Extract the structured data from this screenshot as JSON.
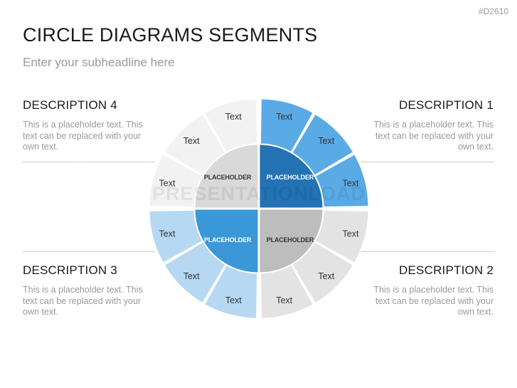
{
  "slide_id": "#D2610",
  "title": "CIRCLE DIAGRAMS SEGMENTS",
  "subtitle": "Enter your subheadline here",
  "watermark": "PRESENTATIONLOAD",
  "colors": {
    "blue_dark": "#2272b4",
    "blue_mid": "#3a98d8",
    "blue_outer": "#5aaae6",
    "blue_light": "#b6d8f2",
    "gray_center": "#d9d9d9",
    "gray_dark_center": "#bdbdbd",
    "gray_outer": "#e3e3e3",
    "gray_outer_light": "#f2f2f2"
  },
  "descriptions": {
    "d1": {
      "heading": "DESCRIPTION 1",
      "lines": [
        "This is a placeholder text. This",
        "text can be replaced with your",
        "own text."
      ]
    },
    "d2": {
      "heading": "DESCRIPTION 2",
      "lines": [
        "This is a placeholder text. This",
        "text  can be replaced with your",
        "own text."
      ]
    },
    "d3": {
      "heading": "DESCRIPTION 3",
      "lines": [
        "This is a placeholder text. This",
        "text can be replaced with your",
        "own text."
      ]
    },
    "d4": {
      "heading": "DESCRIPTION 4",
      "lines": [
        "This is a placeholder text. This",
        "text can be replaced with your",
        "own text."
      ]
    }
  },
  "inner_quadrants": [
    {
      "id": "q1",
      "label": "PLACEHOLDER",
      "fill": "#2272b4",
      "text_color": "#ffffff"
    },
    {
      "id": "q2",
      "label": "PLACEHOLDER",
      "fill": "#bdbdbd",
      "text_color": "#333333"
    },
    {
      "id": "q3",
      "label": "PLACEHOLDER",
      "fill": "#3a98d8",
      "text_color": "#ffffff"
    },
    {
      "id": "q4",
      "label": "PLACEHOLDER",
      "fill": "#d9d9d9",
      "text_color": "#333333"
    }
  ],
  "outer_segments": [
    {
      "label": "Text",
      "fill": "#5aaae6",
      "text_color": "#333333"
    },
    {
      "label": "Text",
      "fill": "#5aaae6",
      "text_color": "#333333"
    },
    {
      "label": "Text",
      "fill": "#5aaae6",
      "text_color": "#333333"
    },
    {
      "label": "Text",
      "fill": "#e3e3e3",
      "text_color": "#333333"
    },
    {
      "label": "Text",
      "fill": "#e3e3e3",
      "text_color": "#333333"
    },
    {
      "label": "Text",
      "fill": "#e3e3e3",
      "text_color": "#333333"
    },
    {
      "label": "Text",
      "fill": "#b6d8f2",
      "text_color": "#333333"
    },
    {
      "label": "Text",
      "fill": "#b6d8f2",
      "text_color": "#333333"
    },
    {
      "label": "Text",
      "fill": "#b6d8f2",
      "text_color": "#333333"
    },
    {
      "label": "Text",
      "fill": "#f2f2f2",
      "text_color": "#333333"
    },
    {
      "label": "Text",
      "fill": "#f2f2f2",
      "text_color": "#333333"
    },
    {
      "label": "Text",
      "fill": "#f2f2f2",
      "text_color": "#333333"
    }
  ]
}
